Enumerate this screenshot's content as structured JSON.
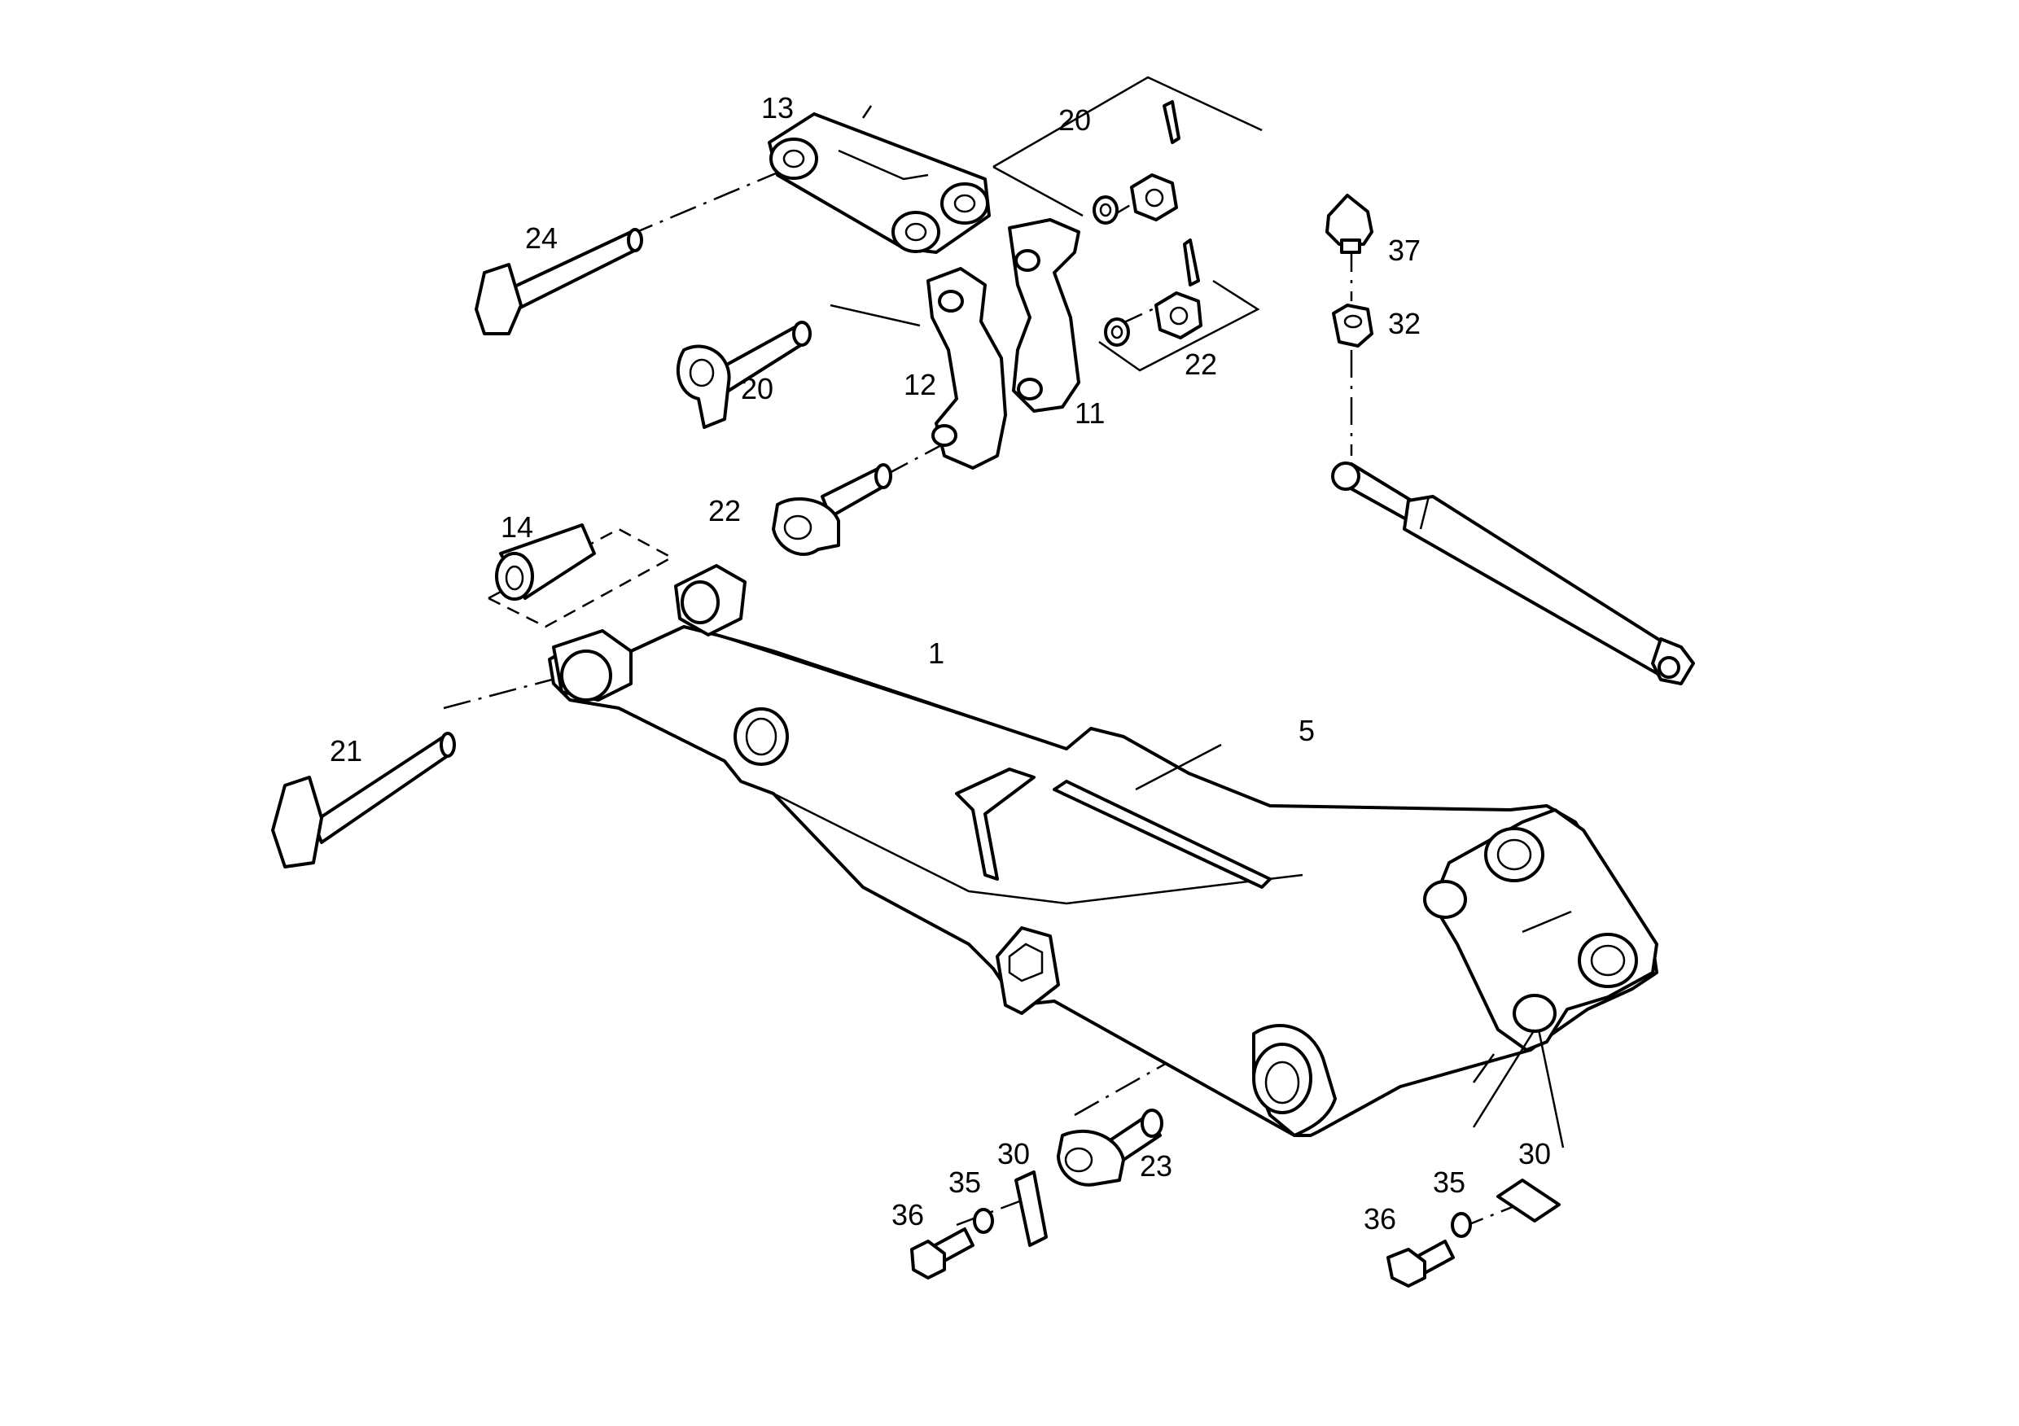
{
  "callouts": {
    "c1": "1",
    "c5": "5",
    "c11": "11",
    "c12": "12",
    "c13": "13",
    "c14": "14",
    "c20_top": "20",
    "c20_pin": "20",
    "c21": "21",
    "c22_right": "22",
    "c22_pin": "22",
    "c23": "23",
    "c24": "24",
    "c30_left": "30",
    "c30_right": "30",
    "c32": "32",
    "c35_left": "35",
    "c35_right": "35",
    "c36_left": "36",
    "c36_right": "36",
    "c37": "37"
  }
}
